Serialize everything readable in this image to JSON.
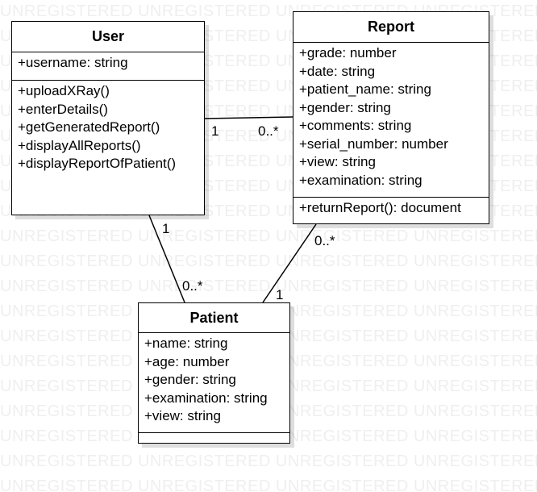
{
  "watermark": {
    "text": "UNREGISTERED UNREGISTERED UNREGISTERED UNREGISTERED UNREGISTERED"
  },
  "classes": {
    "user": {
      "name": "User",
      "attributes": [
        "+username: string"
      ],
      "operations": [
        "+uploadXRay()",
        "+enterDetails()",
        "+getGeneratedReport()",
        "+displayAllReports()",
        "+displayReportOfPatient()"
      ]
    },
    "report": {
      "name": "Report",
      "attributes": [
        "+grade: number",
        "+date: string",
        "+patient_name: string",
        "+gender: string",
        "+comments: string",
        "+serial_number: number",
        "+view: string",
        "+examination: string"
      ],
      "operations": [
        "+returnReport(): document"
      ]
    },
    "patient": {
      "name": "Patient",
      "attributes": [
        "+name: string",
        "+age: number",
        "+gender: string",
        "+examination: string",
        "+view: string"
      ],
      "operations": []
    }
  },
  "associations": {
    "user_report": {
      "source_multiplicity": "1",
      "target_multiplicity": "0..*"
    },
    "user_patient": {
      "source_multiplicity": "1",
      "target_multiplicity": "0..*"
    },
    "report_patient": {
      "source_multiplicity": "0..*",
      "target_multiplicity": "1"
    }
  }
}
